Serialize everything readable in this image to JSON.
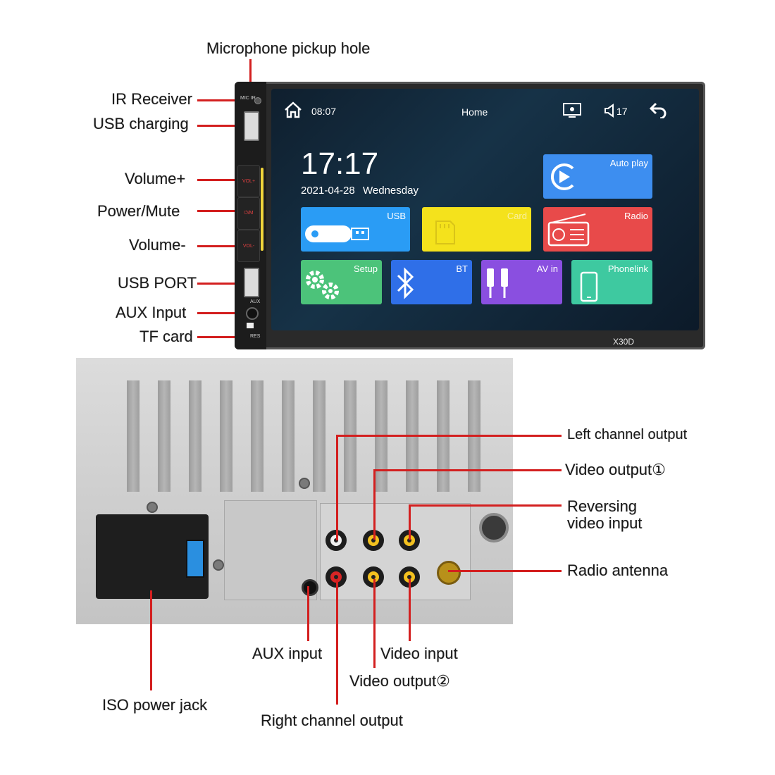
{
  "front_callouts": {
    "mic": "Microphone pickup hole",
    "ir": "IR Receiver",
    "usb_charging": "USB charging",
    "volume_up": "Volume+",
    "power_mute": "Power/Mute",
    "volume_down": "Volume-",
    "usb_port": "USB PORT",
    "aux_input": "AUX Input",
    "tf_card": "TF card"
  },
  "panel_labels": {
    "mic_ir": "MIC IR",
    "vol_up": "VOL+",
    "power": "⏻/M",
    "vol_down": "VOL-",
    "aux": "AUX",
    "res": "RES"
  },
  "screen": {
    "status_time": "08:07",
    "title": "Home",
    "volume": "17",
    "clock": "17:17",
    "date": "2021-04-28",
    "weekday": "Wednesday",
    "tiles": {
      "auto_play": "Auto play",
      "usb": "USB",
      "card": "Card",
      "radio": "Radio",
      "setup": "Setup",
      "bt": "BT",
      "av_in": "AV in",
      "phonelink": "Phonelink"
    }
  },
  "model": "X30D",
  "back_callouts": {
    "left_channel": "Left channel output",
    "video_output_1": "Video output①",
    "reversing_video": "Reversing video input",
    "radio_antenna": "Radio antenna",
    "aux_input": "AUX input",
    "video_input": "Video input",
    "video_output_2": "Video output②",
    "iso_power": "ISO power jack",
    "right_channel": "Right channel output"
  },
  "colors": {
    "callout_line": "#d31f1f",
    "tile_auto_play": "#3d8ef0",
    "tile_usb": "#2a9cf5",
    "tile_card": "#f4e21c",
    "tile_radio": "#e84a4a",
    "tile_setup": "#4cc37a",
    "tile_bt": "#2f6fe8",
    "tile_av_in": "#8a4fe0",
    "tile_phonelink": "#3ec9a0"
  }
}
